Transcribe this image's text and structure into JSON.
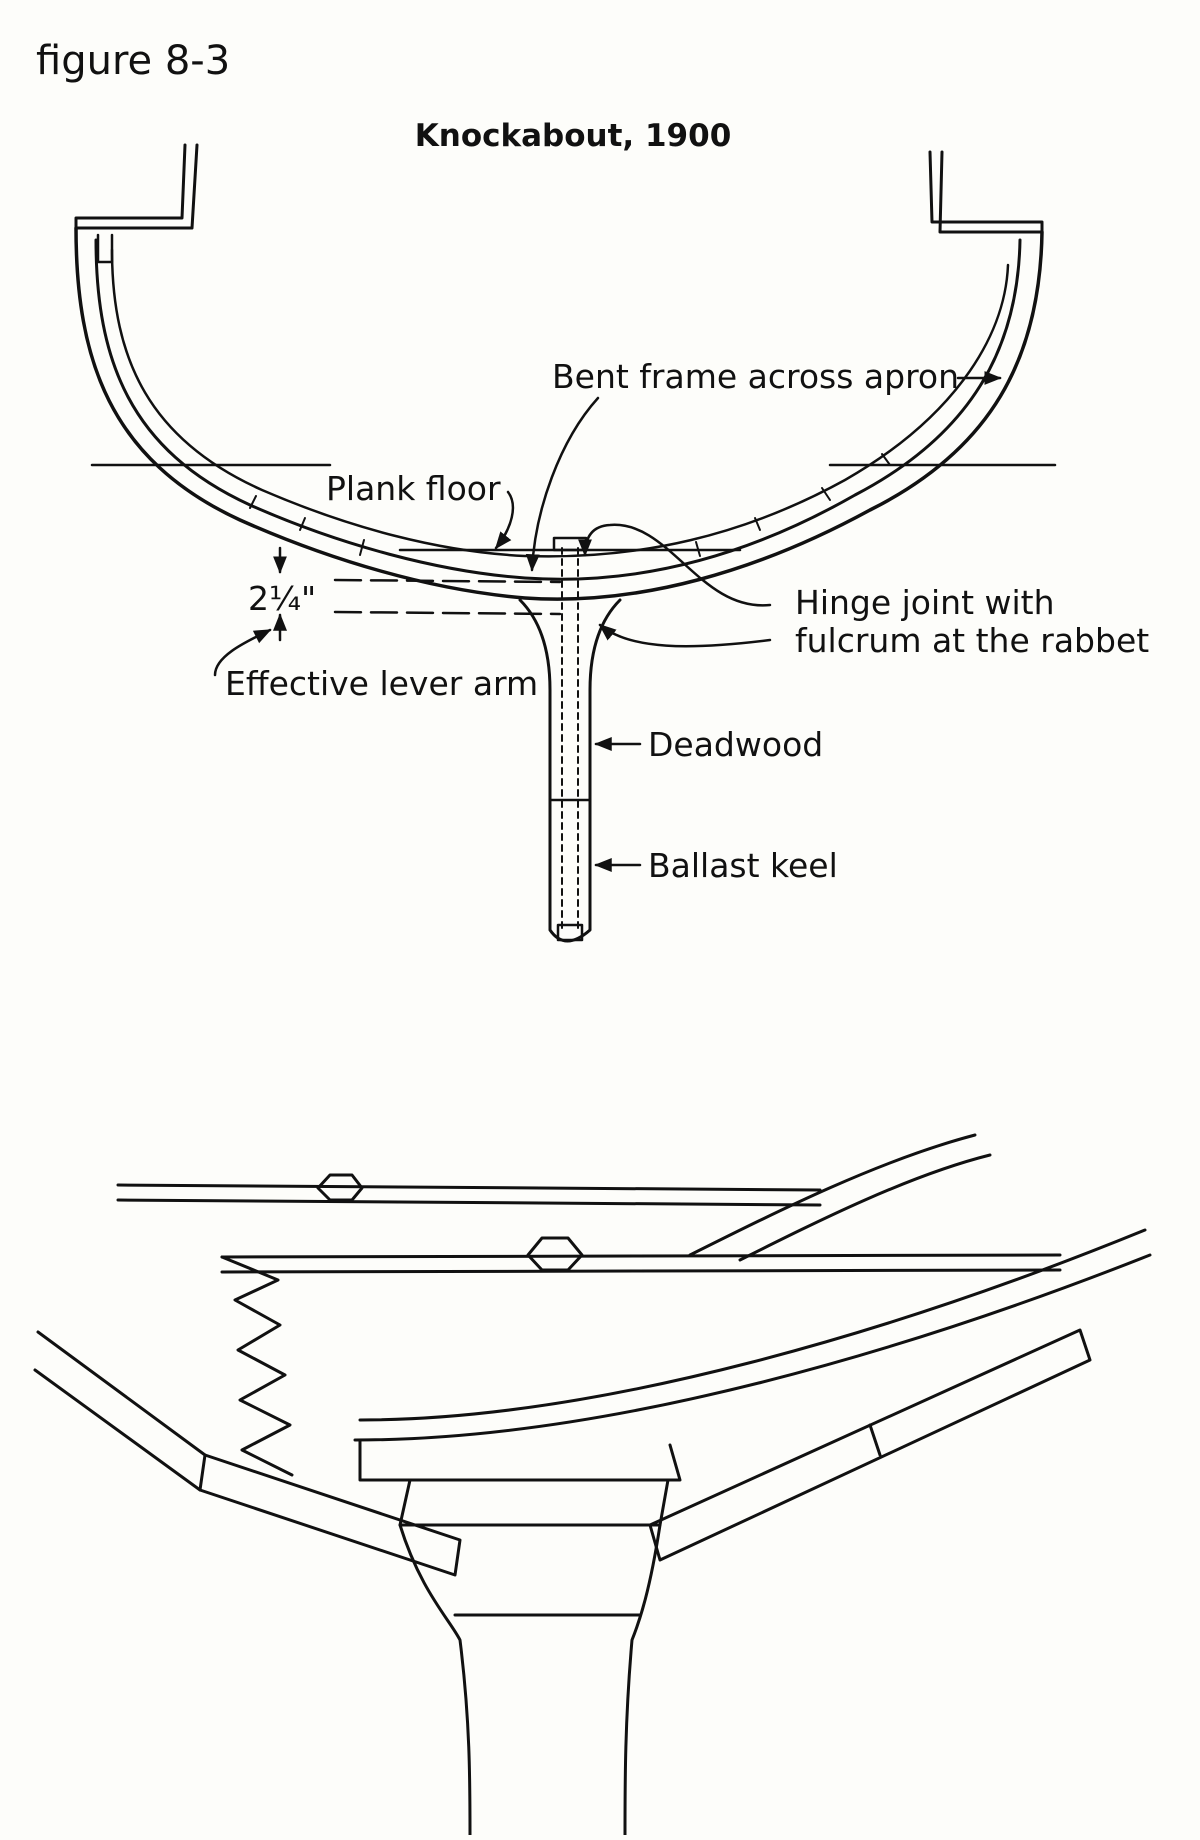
{
  "figure_label": "figure 8-3",
  "top_drawing": {
    "title": "Knockabout, 1900",
    "labels": {
      "bent_frame": "Bent frame across apron",
      "plank_floor": "Plank floor",
      "dimension": "2¼\"",
      "lever_arm": "Effective lever arm",
      "hinge_line1": "Hinge joint with",
      "hinge_line2": "fulcrum at the rabbet",
      "deadwood": "Deadwood",
      "ballast_keel": "Ballast keel"
    }
  }
}
